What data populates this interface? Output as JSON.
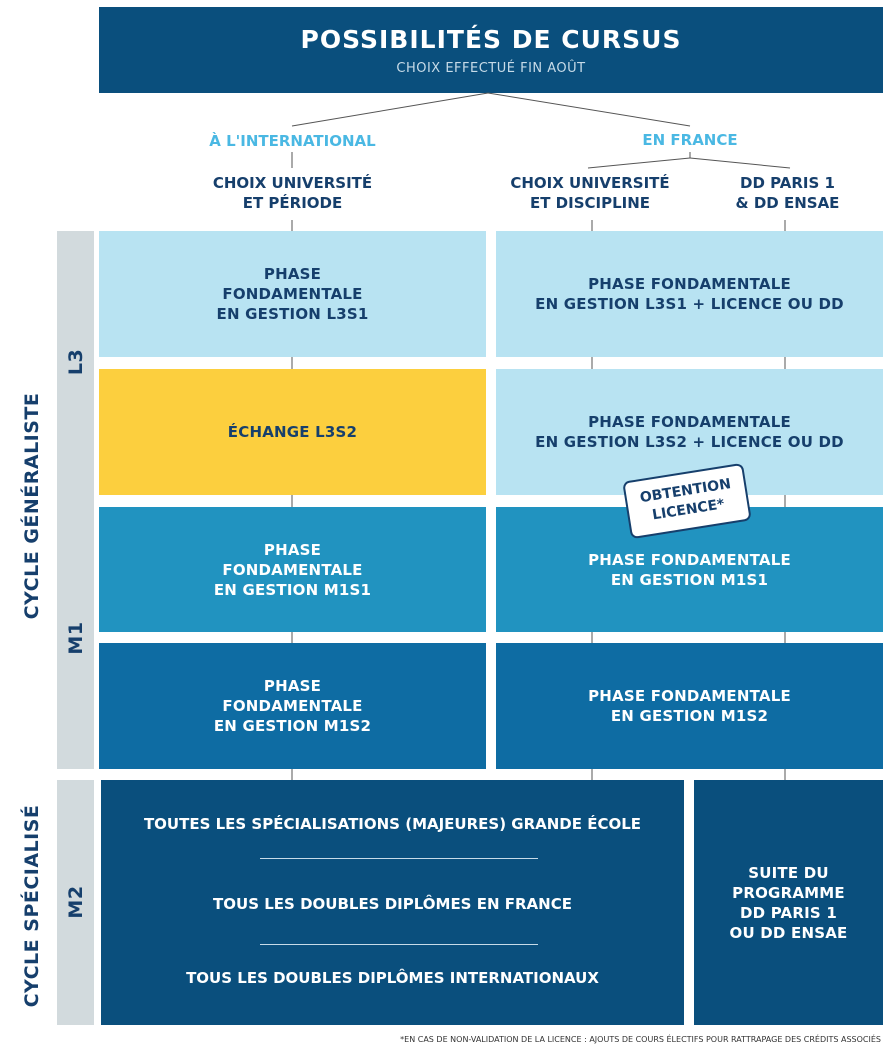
{
  "header": {
    "title": "POSSIBILITÉS DE CURSUS",
    "subtitle": "CHOIX EFFECTUÉ FIN AOÛT"
  },
  "branches": {
    "international": "À L'INTERNATIONAL",
    "france": "EN FRANCE"
  },
  "columns": {
    "col1": [
      "CHOIX UNIVERSITÉ",
      "ET PÉRIODE"
    ],
    "col2": [
      "CHOIX UNIVERSITÉ",
      "ET DISCIPLINE"
    ],
    "col3": [
      "DD PARIS 1",
      "& DD ENSAE"
    ]
  },
  "side": {
    "cycle_generaliste": "CYCLE GÉNÉRALISTE",
    "cycle_specialise": "CYCLE SPÉCIALISÉ",
    "l3": "L3",
    "m1": "M1",
    "m2": "M2"
  },
  "cells": {
    "l3s1_left": [
      "PHASE",
      "FONDAMENTALE",
      "EN GESTION L3S1"
    ],
    "l3s1_right": [
      "PHASE FONDAMENTALE",
      "EN GESTION L3S1 + LICENCE OU DD"
    ],
    "l3s2_left": [
      "ÉCHANGE L3S2"
    ],
    "l3s2_right": [
      "PHASE FONDAMENTALE",
      "EN GESTION L3S2  + LICENCE OU DD"
    ],
    "m1s1_left": [
      "PHASE",
      "FONDAMENTALE",
      "EN GESTION M1S1"
    ],
    "m1s1_right": [
      "PHASE FONDAMENTALE",
      "EN GESTION M1S1"
    ],
    "m1s2_left": [
      "PHASE",
      "FONDAMENTALE",
      "EN GESTION M1S2"
    ],
    "m1s2_right": [
      "PHASE FONDAMENTALE",
      "EN GESTION M1S2"
    ]
  },
  "badge": [
    "OBTENTION",
    "LICENCE*"
  ],
  "m2": {
    "item1": "TOUTES LES SPÉCIALISATIONS (MAJEURES) GRANDE ÉCOLE",
    "item2": "TOUS LES DOUBLES DIPLÔMES EN FRANCE",
    "item3": "TOUS LES DOUBLES DIPLÔMES INTERNATIONAUX",
    "right": [
      "SUITE DU PROGRAMME",
      "DD PARIS 1",
      "OU DD ENSAE"
    ]
  },
  "footnote": "*EN CAS DE NON-VALIDATION DE LA LICENCE : AJOUTS DE COURS ÉLECTIFS POUR RATTRAPAGE DES CRÉDITS ASSOCIÉS",
  "colors": {
    "navy": "#0a4f7d",
    "light_blue": "#b8e3f2",
    "yellow": "#fccf3e",
    "mid_blue": "#2193c0",
    "dark_blue": "#0e6ca3",
    "cyan": "#4ab8e3",
    "text_navy": "#163f6c",
    "grey": "#d2dadd"
  }
}
